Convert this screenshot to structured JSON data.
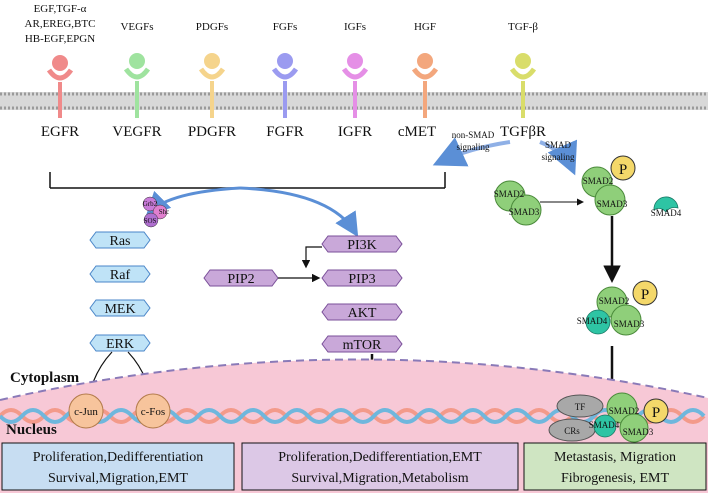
{
  "ligands": {
    "egf": [
      "EGF,TGF-α",
      "AR,EREG,BTC",
      "HB-EGF,EPGN"
    ],
    "vegf": "VEGFs",
    "pdgf": "PDGFs",
    "fgf": "FGFs",
    "igf": "IGFs",
    "hgf": "HGF",
    "tgf": "TGF-β"
  },
  "receptors": {
    "egfr": "EGFR",
    "vegfr": "VEGFR",
    "pdgfr": "PDGFR",
    "fgfr": "FGFR",
    "igfr": "IGFR",
    "cmet": "cMET",
    "tgfbr": "TGFβR"
  },
  "signaling": {
    "non_smad": [
      "non-SMAD",
      "signaling"
    ],
    "smad": [
      "SMAD",
      "signaling"
    ]
  },
  "adaptors": {
    "grb2": "Grb2",
    "shc": "Shc",
    "sos": "SOS"
  },
  "mapk": [
    "Ras",
    "Raf",
    "MEK",
    "ERK"
  ],
  "pi3k": {
    "pi3k": "PI3K",
    "pip2": "PIP2",
    "pip3": "PIP3",
    "akt": "AKT",
    "mtor": "mTOR"
  },
  "smad": {
    "smad2": "SMAD2",
    "smad3": "SMAD3",
    "smad4": "SMAD4",
    "p": "P",
    "tf": "TF",
    "crs": "CRs"
  },
  "tfs": {
    "cjun": "c-Jun",
    "cfos": "c-Fos"
  },
  "compartments": {
    "cytoplasm": "Cytoplasm",
    "nucleus": "Nucleus"
  },
  "outcomes": {
    "left": [
      "Proliferation,Dedifferentiation",
      "Survival,Migration,EMT"
    ],
    "middle": [
      "Proliferation,Dedifferentiation,EMT",
      "Survival,Migration,Metabolism"
    ],
    "right": [
      "Metastasis, Migration",
      "Fibrogenesis, EMT"
    ]
  },
  "colors": {
    "egfr": "#f08a8a",
    "vegfr": "#9fe39f",
    "pdgfr": "#f5d48c",
    "fgfr": "#9b9bf0",
    "igfr": "#e58fe6",
    "cmet": "#f3a77d",
    "tgfbr": "#d9dd6a",
    "mapk": "#bfe3f7",
    "pi3k": "#c9a8d9",
    "smad": "#8fcf7a",
    "smad4": "#2ec4a4",
    "phospho": "#f4d86a",
    "tf_circle": "#f7c49c",
    "nucleus": "#f7c8d6",
    "out_left": "#c7ddf2",
    "out_mid": "#dcc8e6",
    "out_right": "#cfe5c2"
  }
}
